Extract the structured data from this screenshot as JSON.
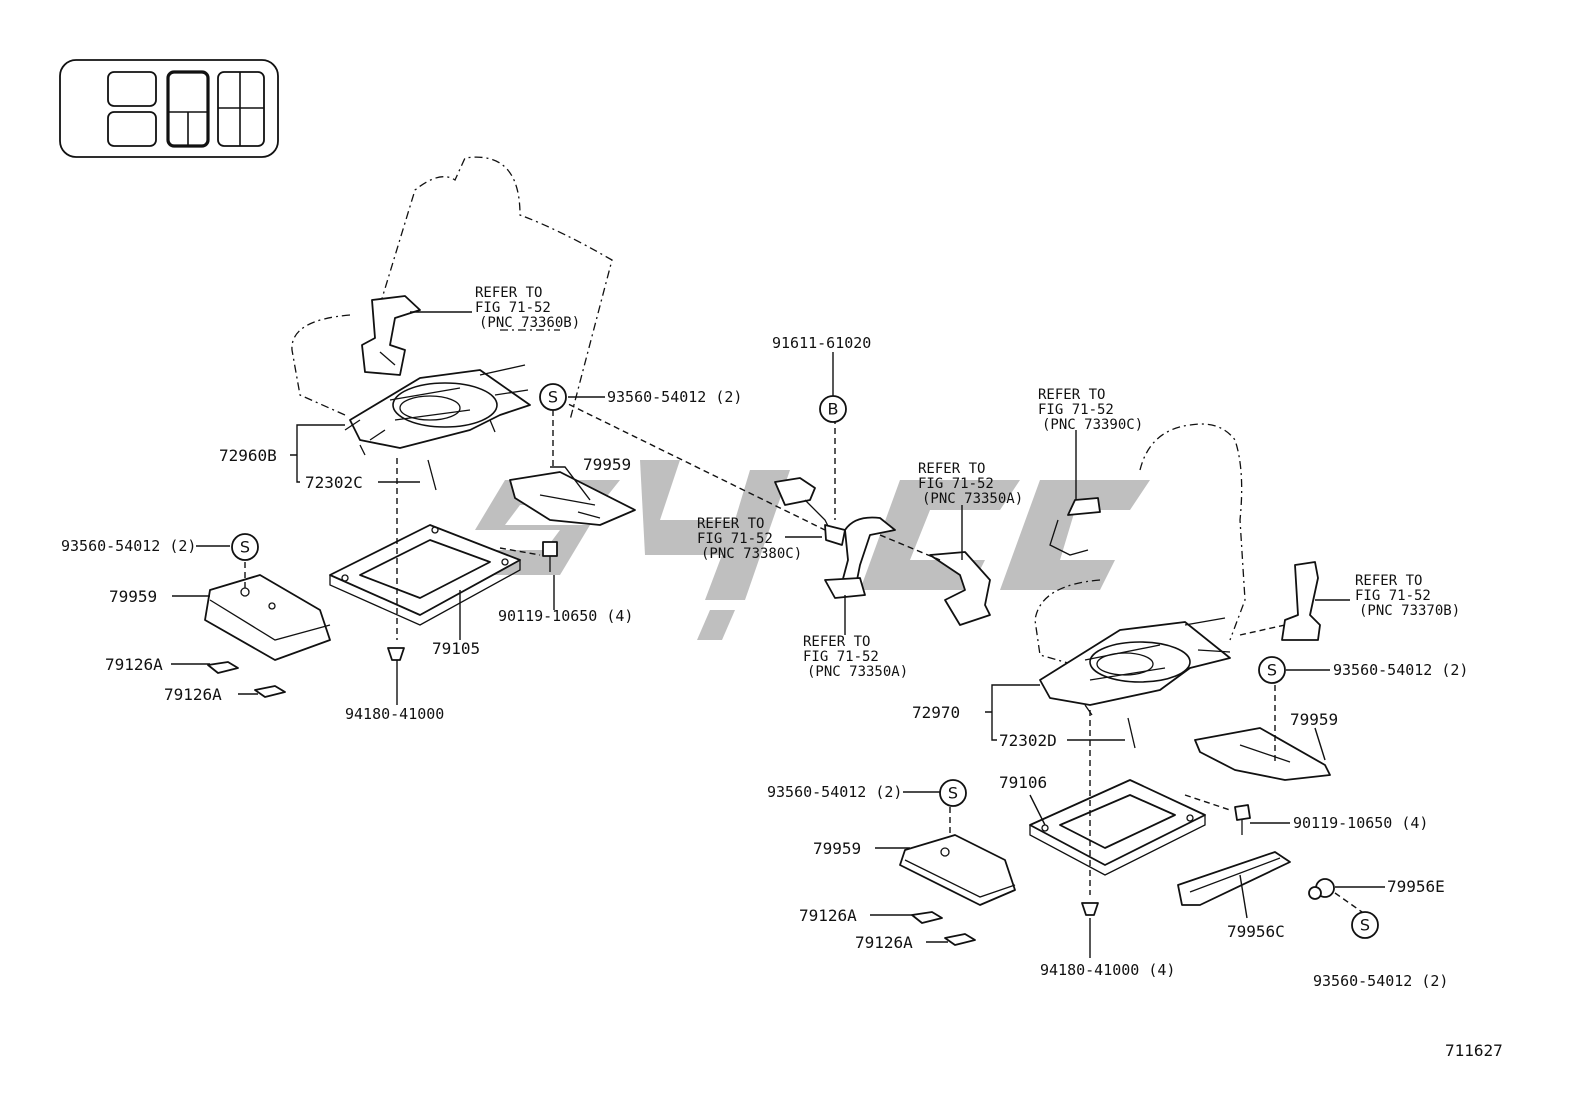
{
  "labels": {
    "ref_73360b": [
      "REFER TO",
      "FIG 71-52",
      "(PNC 73360B)"
    ],
    "ref_73390c": [
      "REFER TO",
      "FIG 71-52",
      "(PNC 73390C)"
    ],
    "ref_73350a_top": [
      "REFER TO",
      "FIG 71-52",
      "(PNC 73350A)"
    ],
    "ref_73380c": [
      "REFER TO",
      "FIG 71-52",
      "(PNC 73380C)"
    ],
    "ref_73350a_bottom": [
      "REFER TO",
      "FIG 71-52",
      "(PNC 73350A)"
    ],
    "ref_73370b": [
      "REFER TO",
      "FIG 71-52",
      "(PNC 73370B)"
    ],
    "p_91611": "91611-61020",
    "p_93560_top": "93560-54012 (2)",
    "p_79959_top": "79959",
    "p_72960b": "72960B",
    "p_72302c": "72302C",
    "p_93560_left": "93560-54012 (2)",
    "p_79959_left": "79959",
    "p_90119_left": "90119-10650 (4)",
    "p_79126a_1": "79126A",
    "p_79105": "79105",
    "p_79126a_2": "79126A",
    "p_94180_left": "94180-41000",
    "p_93560_right": "93560-54012 (2)",
    "p_72970": "72970",
    "p_79959_right": "79959",
    "p_72302d": "72302D",
    "p_79106": "79106",
    "p_93560_mid": "93560-54012 (2)",
    "p_90119_right": "90119-10650 (4)",
    "p_79959_mid": "79959",
    "p_79956e": "79956E",
    "p_79126a_3": "79126A",
    "p_79126a_4": "79126A",
    "p_79956c": "79956C",
    "p_93560_bottom": "93560-54012 (2)",
    "p_94180_right": "94180-41000 (4)",
    "figure_no": "711627"
  },
  "symbols": {
    "s": "S",
    "b": "B"
  }
}
